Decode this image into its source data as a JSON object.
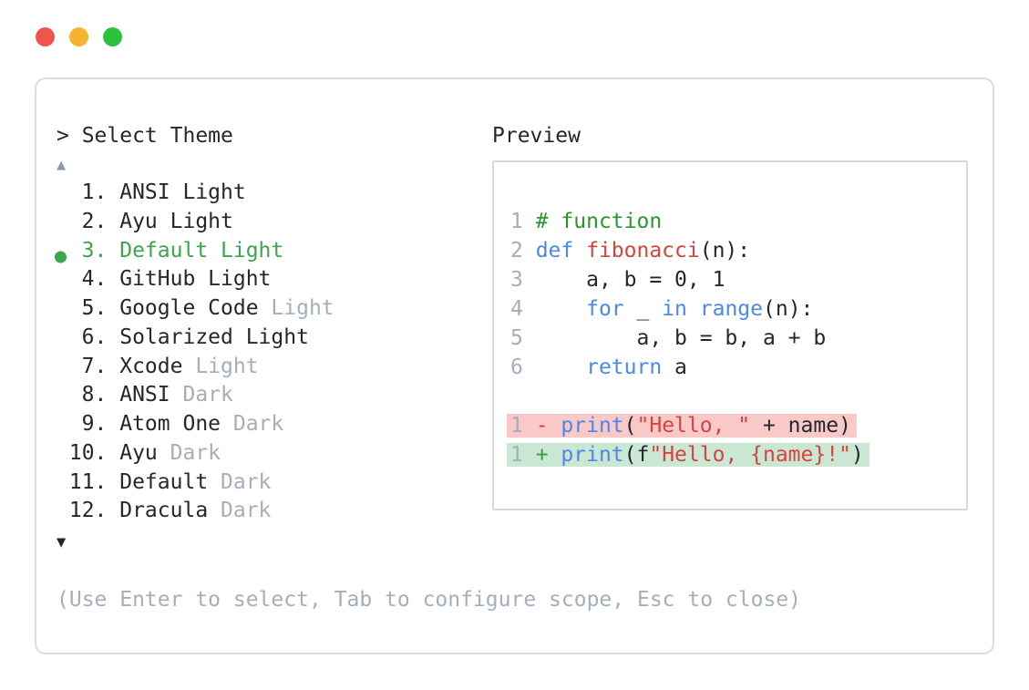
{
  "window_controls": {
    "close": "close",
    "minimize": "minimize",
    "maximize": "maximize"
  },
  "theme_picker": {
    "prompt": "> Select Theme",
    "scroll_up_symbol": "▲",
    "scroll_down_symbol": "▼",
    "items": [
      {
        "number": "1",
        "name": "ANSI Light",
        "muted_suffix": "",
        "selected": false
      },
      {
        "number": "2",
        "name": "Ayu Light",
        "muted_suffix": "",
        "selected": false
      },
      {
        "number": "3",
        "name": "Default Light",
        "muted_suffix": "",
        "selected": true
      },
      {
        "number": "4",
        "name": "GitHub Light",
        "muted_suffix": "",
        "selected": false
      },
      {
        "number": "5",
        "name": "Google Code",
        "muted_suffix": "Light",
        "selected": false
      },
      {
        "number": "6",
        "name": "Solarized Light",
        "muted_suffix": "",
        "selected": false
      },
      {
        "number": "7",
        "name": "Xcode",
        "muted_suffix": "Light",
        "selected": false
      },
      {
        "number": "8",
        "name": "ANSI",
        "muted_suffix": "Dark",
        "selected": false
      },
      {
        "number": "9",
        "name": "Atom One",
        "muted_suffix": "Dark",
        "selected": false
      },
      {
        "number": "10",
        "name": "Ayu",
        "muted_suffix": "Dark",
        "selected": false
      },
      {
        "number": "11",
        "name": "Default",
        "muted_suffix": "Dark",
        "selected": false
      },
      {
        "number": "12",
        "name": "Dracula",
        "muted_suffix": "Dark",
        "selected": false
      }
    ],
    "help_text": "(Use Enter to select, Tab to configure scope, Esc to close)"
  },
  "preview": {
    "title": "Preview",
    "code_lines": [
      {
        "num": "1",
        "tokens": [
          [
            "# function",
            "c"
          ]
        ]
      },
      {
        "num": "2",
        "tokens": [
          [
            "def ",
            "k"
          ],
          [
            "fibonacci",
            "r"
          ],
          [
            "(n):",
            "p"
          ]
        ]
      },
      {
        "num": "3",
        "tokens": [
          [
            "    a, b = 0, 1",
            "p"
          ]
        ]
      },
      {
        "num": "4",
        "tokens": [
          [
            "    ",
            "p"
          ],
          [
            "for",
            "k"
          ],
          [
            " _ ",
            "p"
          ],
          [
            "in",
            "k"
          ],
          [
            " ",
            "p"
          ],
          [
            "range",
            "k"
          ],
          [
            "(n):",
            "p"
          ]
        ]
      },
      {
        "num": "5",
        "tokens": [
          [
            "        a, b = b, a + b",
            "p"
          ]
        ]
      },
      {
        "num": "6",
        "tokens": [
          [
            "    ",
            "p"
          ],
          [
            "return",
            "k"
          ],
          [
            " a",
            "p"
          ]
        ]
      },
      {
        "blank": true
      },
      {
        "num": "1",
        "diff": "del",
        "tokens": [
          [
            "- ",
            "sd"
          ],
          [
            "print",
            "k"
          ],
          [
            "(",
            "p"
          ],
          [
            "\"Hello, \"",
            "r"
          ],
          [
            " + name)",
            "p"
          ]
        ]
      },
      {
        "num": "1",
        "diff": "add",
        "tokens": [
          [
            "+ ",
            "sa"
          ],
          [
            "print",
            "k"
          ],
          [
            "(f",
            "p"
          ],
          [
            "\"Hello, {name}!\"",
            "r"
          ],
          [
            ")",
            "p"
          ]
        ]
      }
    ]
  },
  "colors": {
    "window-close": "#f1544f",
    "window-minimize": "#f6b42e",
    "window-maximize": "#2cc23c",
    "selected": "#3aa64d",
    "muted": "#a5aebb",
    "text": "#23272e",
    "keyword": "#4d87ee",
    "comment": "#27982c",
    "red-token": "#d4453f",
    "add-sign": "#2f9e44",
    "del-bg": "#f8c9c7",
    "add-bg": "#cae7d4",
    "lineno": "#a5aebb",
    "scroll-up": "#8e9aac",
    "scroll-down": "#22262c"
  }
}
